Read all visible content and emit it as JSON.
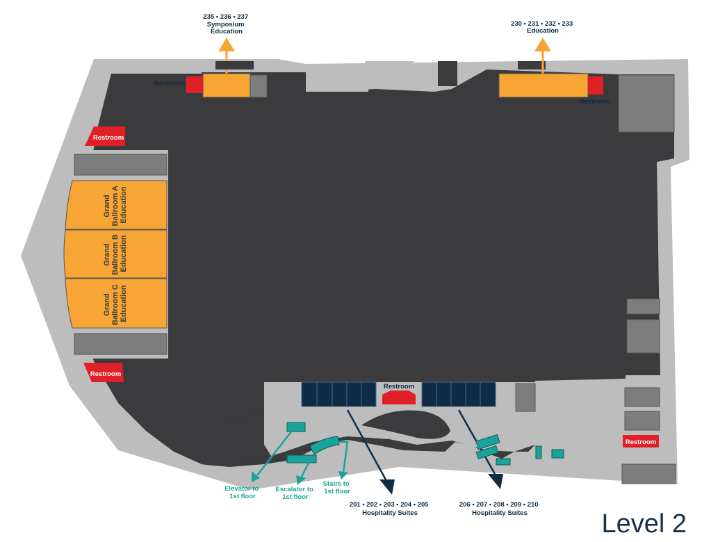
{
  "level_title": "Level 2",
  "colors": {
    "outer_wall": "#bdbdbd",
    "floor": "#3b3b3d",
    "corridor": "#bdbdbd",
    "service_block": "#7d7d7e",
    "education": "#f7a535",
    "restroom": "#e02027",
    "hospitality": "#0f2c47",
    "vertical_transport": "#1aa39b",
    "label_dark": "#0d2b45"
  },
  "top_left_room": {
    "numbers": "235 • 236 • 237",
    "line1": "Symposium",
    "line2": "Education"
  },
  "top_right_room": {
    "numbers": "230 • 231 • 232 • 233",
    "line1": "Education"
  },
  "restrooms": {
    "top_left": "Restroom",
    "top_right": "Restroom",
    "west_upper": "Restroom",
    "west_lower": "Restroom",
    "center": "Restroom",
    "east": "Restroom"
  },
  "ballrooms": [
    {
      "line1": "Grand",
      "line2": "Ballroom A",
      "line3": "Education"
    },
    {
      "line1": "Grand",
      "line2": "Ballroom B",
      "line3": "Education"
    },
    {
      "line1": "Grand",
      "line2": "Ballroom C",
      "line3": "Education"
    }
  ],
  "transport": {
    "elevator": {
      "line1": "Elevator to",
      "line2": "1st floor"
    },
    "escalator": {
      "line1": "Escalator to",
      "line2": "1st floor"
    },
    "stairs": {
      "line1": "Stairs to",
      "line2": "1st floor"
    }
  },
  "hospitality_left": {
    "numbers": "201 • 202 • 203 • 204 • 205",
    "label": "Hospitality Suites"
  },
  "hospitality_right": {
    "numbers": "206 • 207 • 208 • 209 • 210",
    "label": "Hospitality Suites"
  }
}
